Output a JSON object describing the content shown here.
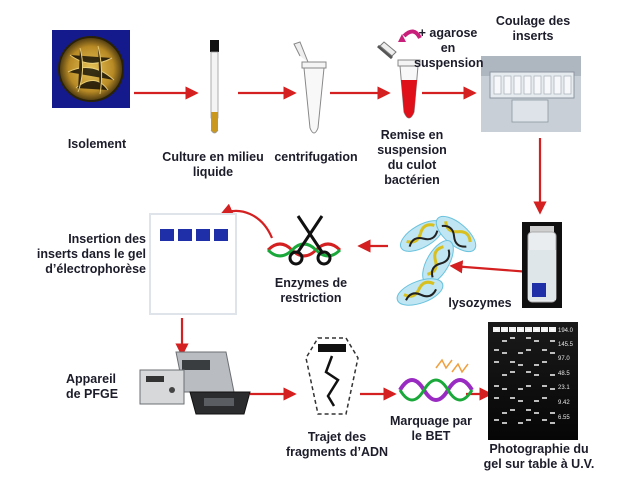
{
  "steps": {
    "isolement": "Isolement",
    "culture": "Culture en milieu\nliquide",
    "centrifugation": "centrifugation",
    "agarose": "+ agarose\nen\nsuspension",
    "remise": "Remise en\nsuspension\ndu culot\nbactérien",
    "coulage": "Coulage des\ninserts",
    "lysozymes": "lysozymes",
    "enzymes": "Enzymes de\nrestriction",
    "insertion": "Insertion des\ninserts dans le gel\nd’électrophorèse",
    "appareil": "Appareil\nde PFGE",
    "trajet": "Trajet des\nfragments d’ADN",
    "marquage": "Marquage par\nle BET",
    "photo": "Photographie du\ngel sur table à U.V."
  },
  "gel_ladder": [
    "194.0",
    "145.5",
    "97.0",
    "48.5",
    "23.1",
    "9.42",
    "6.55"
  ],
  "colors": {
    "arrow": "#d42020",
    "insert_blue": "#1f2fa8",
    "tube_red": "#e0101a",
    "dna_purple": "#9a2bc2",
    "dna_green": "#1aa83a"
  }
}
